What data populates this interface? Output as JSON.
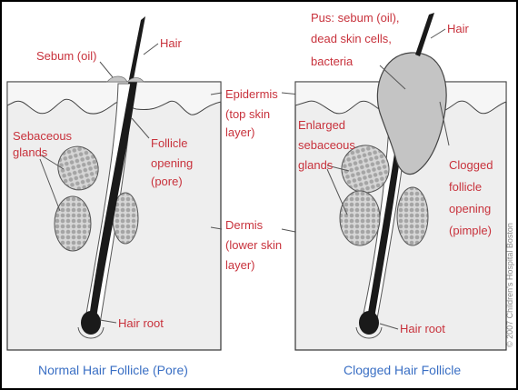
{
  "left_panel": {
    "caption": "Normal Hair Follicle (Pore)",
    "labels": {
      "sebum": "Sebum (oil)",
      "hair": "Hair",
      "sebaceous": [
        "Sebaceous",
        "glands"
      ],
      "follicle": [
        "Follicle",
        "opening",
        "(pore)"
      ],
      "hair_root": "Hair root"
    }
  },
  "middle_labels": {
    "epidermis": [
      "Epidermis",
      "(top skin",
      "layer)"
    ],
    "dermis": [
      "Dermis",
      "(lower skin",
      "layer)"
    ]
  },
  "right_panel": {
    "caption": "Clogged Hair Follicle",
    "labels": {
      "pus": [
        "Pus: sebum (oil),",
        "dead skin cells,",
        "bacteria"
      ],
      "hair": "Hair",
      "enlarged": [
        "Enlarged",
        "sebaceous",
        "glands"
      ],
      "clogged": [
        "Clogged",
        "follicle",
        "opening",
        "(pimple)"
      ],
      "hair_root": "Hair root"
    }
  },
  "copyright": "© 2007 Children's Hospital Boston",
  "colors": {
    "label": "#c8323c",
    "caption": "#3a6fc4",
    "skin": "#eeeeee",
    "hair": "#1a1a1a",
    "pus": "#c4c4c4"
  }
}
